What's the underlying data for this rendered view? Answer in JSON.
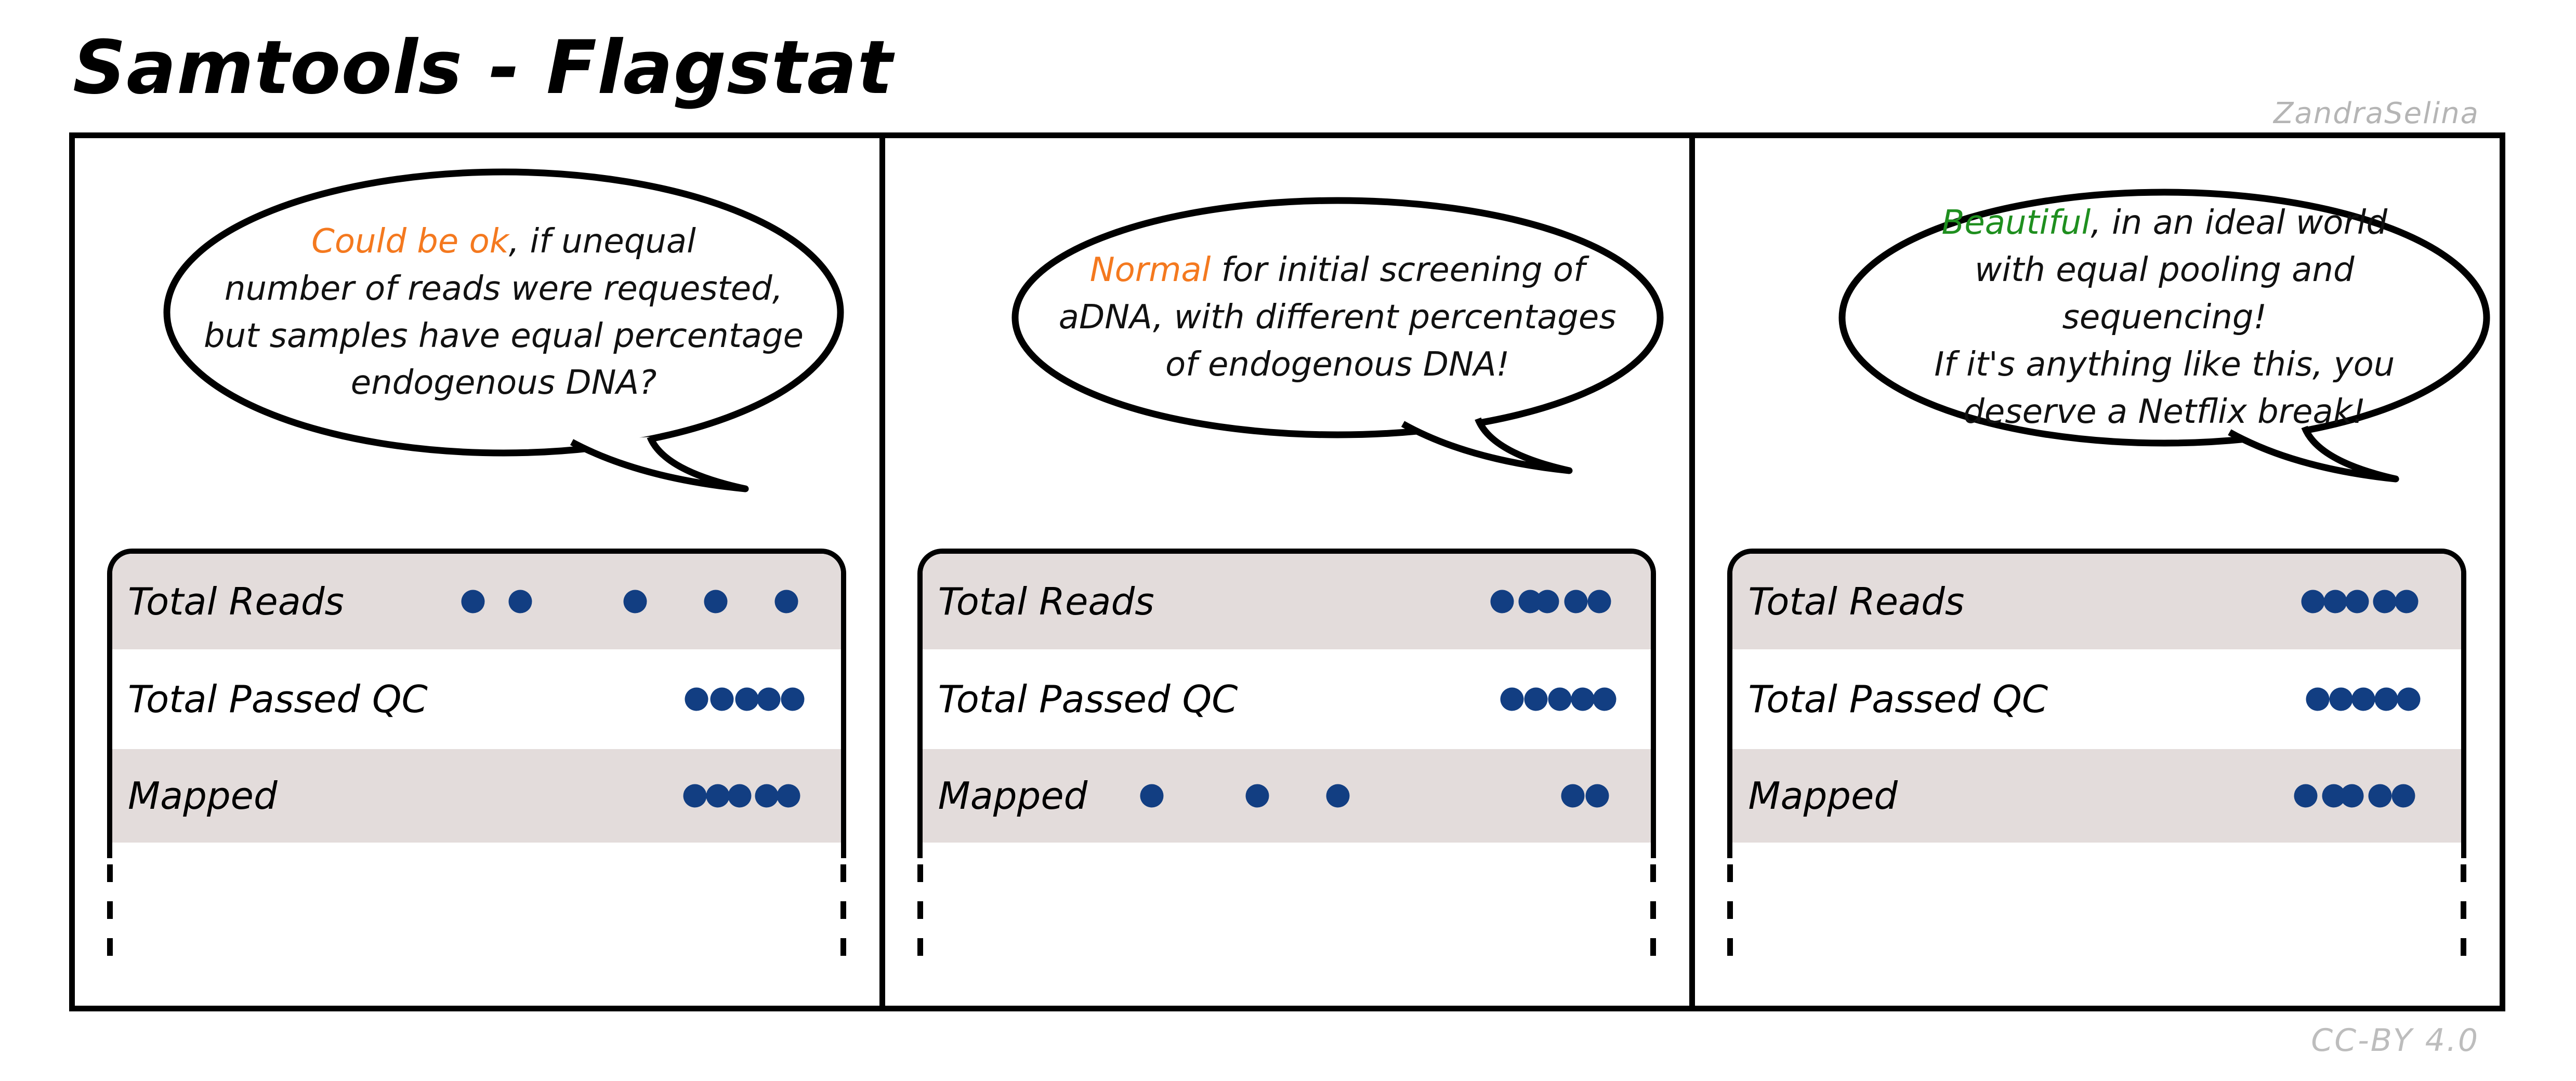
{
  "page": {
    "title": "Samtools - Flagstat",
    "author": "ZandraSelina",
    "license": "CC-BY 4.0"
  },
  "colors": {
    "dot_navy": "#123e82",
    "row_shade": "#e3dcdb",
    "highlight_orange": "#f4791f",
    "highlight_green": "#1f8f1f",
    "credit_gray": "#b5b5b5",
    "ink": "#000000"
  },
  "panels": [
    {
      "bubble": {
        "highlight": "Could be ok",
        "highlight_color": "#f4791f",
        "lines": [
          ", if unequal",
          "number of reads were requested,",
          "but samples have equal percentage",
          "endogenous DNA?"
        ]
      },
      "table": {
        "rows": [
          {
            "label": "Total Reads",
            "shaded": true,
            "dot_count": 5,
            "dots_pct": [
              49.5,
              56.0,
              71.8,
              82.8,
              92.5
            ]
          },
          {
            "label": "Total Passed QC",
            "shaded": false,
            "dot_count": 5,
            "dots_pct": [
              80.2,
              83.7,
              87.1,
              90.1,
              93.4
            ]
          },
          {
            "label": "Mapped",
            "shaded": true,
            "dot_count": 5,
            "dots_pct": [
              80.0,
              83.1,
              86.1,
              89.8,
              92.8
            ]
          }
        ]
      }
    },
    {
      "bubble": {
        "highlight": "Normal",
        "highlight_color": "#f4791f",
        "lines": [
          " for initial screening of",
          "aDNA, with different percentages",
          "of endogenous DNA!"
        ]
      },
      "table": {
        "rows": [
          {
            "label": "Total Reads",
            "shaded": true,
            "dot_count": 5,
            "dots_pct": [
              79.6,
              83.4,
              85.8,
              89.7,
              92.9
            ]
          },
          {
            "label": "Total Passed QC",
            "shaded": false,
            "dot_count": 5,
            "dots_pct": [
              80.9,
              84.2,
              87.5,
              90.6,
              93.6
            ]
          },
          {
            "label": "Mapped",
            "shaded": true,
            "dot_count": 5,
            "dots_pct": [
              31.5,
              46.0,
              57.0,
              89.3,
              92.6
            ]
          }
        ]
      }
    },
    {
      "bubble": {
        "highlight": "Beautiful",
        "highlight_color": "#1f8f1f",
        "lines": [
          ", in an ideal world",
          "with equal pooling and sequencing!",
          "If it's anything like this, you",
          "deserve a Netflix break!"
        ]
      },
      "table": {
        "rows": [
          {
            "label": "Total Reads",
            "shaded": true,
            "dot_count": 5,
            "dots_pct": [
              79.7,
              82.7,
              85.7,
              89.5,
              92.5
            ]
          },
          {
            "label": "Total Passed QC",
            "shaded": false,
            "dot_count": 5,
            "dots_pct": [
              80.3,
              83.5,
              86.6,
              89.7,
              92.8
            ]
          },
          {
            "label": "Mapped",
            "shaded": true,
            "dot_count": 5,
            "dots_pct": [
              78.7,
              82.5,
              85.0,
              88.9,
              92.1
            ]
          }
        ]
      }
    }
  ]
}
